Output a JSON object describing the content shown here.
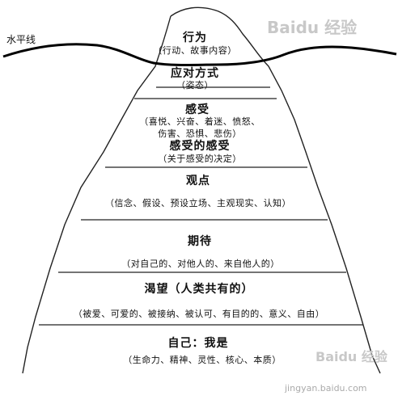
{
  "waterline_label": "水平线",
  "layers": [
    {
      "title": "行为",
      "subtitle": "（行动、故事内容）"
    },
    {
      "title": "应对方式",
      "subtitle": "（姿态）"
    },
    {
      "title": "感受",
      "subtitle": "（喜悦、兴奋、着迷、愤怒、",
      "subtitle2": "伤害、恐惧、悲伤）",
      "title2": "感受的感受",
      "subtitle3": "（关于感受的决定）"
    },
    {
      "title": "观点",
      "subtitle": "（信念、假设、预设立场、主观现实、认知）"
    },
    {
      "title": "期待",
      "subtitle": "（对自己的、对他人的、来自他人的）"
    },
    {
      "title": "渴望（人类共有的）",
      "subtitle": "（被爱、可爱的、被接纳、被认可、有目的的、意义、自由）"
    },
    {
      "title": "自己：我是",
      "subtitle": "（生命力、精神、灵性、核心、本质）"
    }
  ],
  "watermark": {
    "brand": "Baidu 经验",
    "url": "jingyan.baidu.com"
  }
}
